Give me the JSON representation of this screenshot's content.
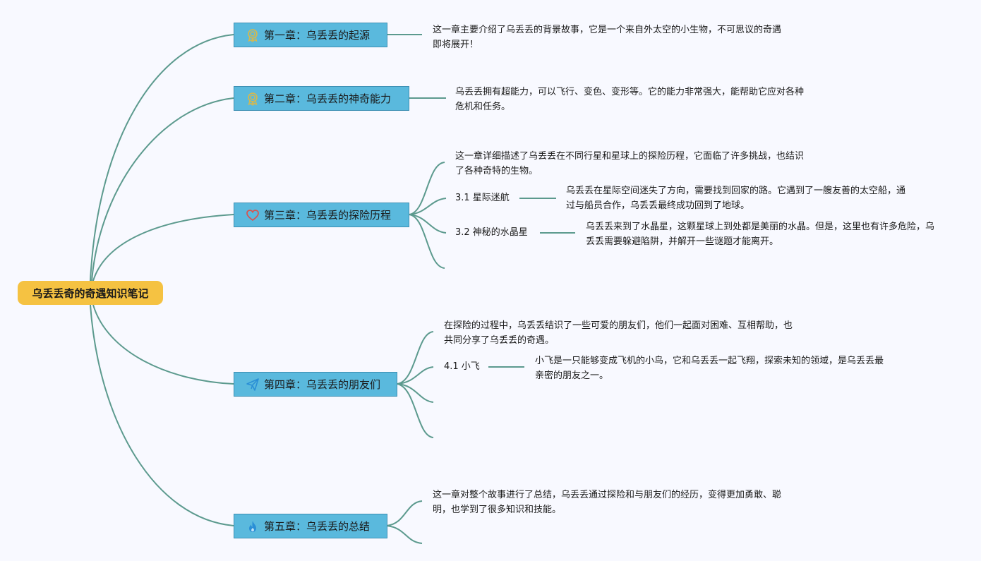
{
  "root": {
    "label": "乌丢丢奇的奇遇知识笔记"
  },
  "chapters": [
    {
      "label": "第一章：乌丢丢的起源",
      "icon": "ribbon-badge-icon",
      "note": "这一章主要介绍了乌丢丢的背景故事，它是一个来自外太空的小生物，不可思议的奇遇即将展开！"
    },
    {
      "label": "第二章：乌丢丢的神奇能力",
      "icon": "ribbon-badge-icon",
      "note": "乌丢丢拥有超能力，可以飞行、变色、变形等。它的能力非常强大，能帮助它应对各种危机和任务。"
    },
    {
      "label": "第三章：乌丢丢的探险历程",
      "icon": "heart-icon",
      "note": "这一章详细描述了乌丢丢在不同行星和星球上的探险历程，它面临了许多挑战，也结识了各种奇特的生物。",
      "subs": [
        {
          "label": "3.1 星际迷航",
          "note": "乌丢丢在星际空间迷失了方向，需要找到回家的路。它遇到了一艘友善的太空船，通过与船员合作，乌丢丢最终成功回到了地球。"
        },
        {
          "label": "3.2 神秘的水晶星",
          "note": "乌丢丢来到了水晶星，这颗星球上到处都是美丽的水晶。但是，这里也有许多危险，乌丢丢需要躲避陷阱，并解开一些谜题才能离开。"
        }
      ]
    },
    {
      "label": "第四章：乌丢丢的朋友们",
      "icon": "paper-plane-icon",
      "note": "在探险的过程中，乌丢丢结识了一些可爱的朋友们，他们一起面对困难、互相帮助，也共同分享了乌丢丢的奇遇。",
      "subs": [
        {
          "label": "4.1 小飞",
          "note": "小飞是一只能够变成飞机的小鸟，它和乌丢丢一起飞翔，探索未知的领域，是乌丢丢最亲密的朋友之一。"
        }
      ]
    },
    {
      "label": "第五章：乌丢丢的总结",
      "icon": "flame-icon",
      "note": "这一章对整个故事进行了总结，乌丢丢通过探险和与朋友们的经历，变得更加勇敢、聪明，也学到了很多知识和技能。"
    }
  ],
  "colors": {
    "connector": "#5c9a8e",
    "root_fill": "#f5c242",
    "chapter_fill": "#5ab9dd",
    "badge_icon": "#d9b84a",
    "heart_icon": "#d9534f",
    "plane_icon": "#2a8fd6",
    "flame_icon": "#2a8fd6"
  }
}
